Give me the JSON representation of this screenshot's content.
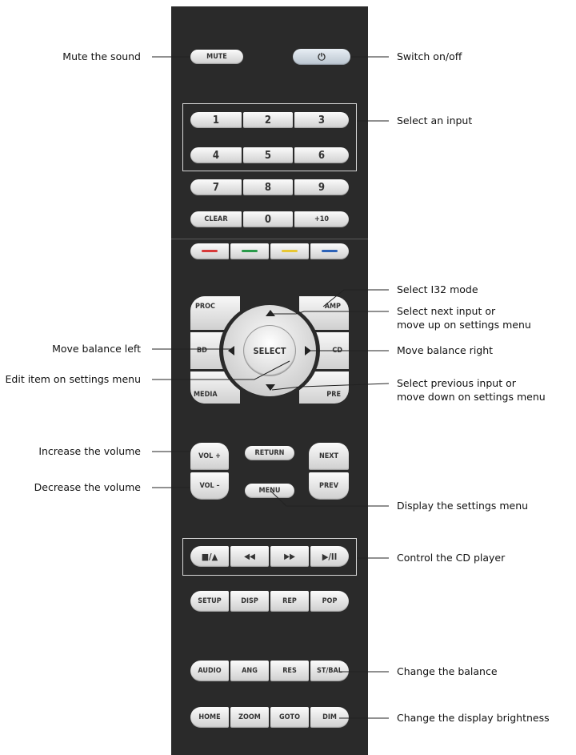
{
  "remote": {
    "top_row": {
      "mute": "MUTE",
      "power": "⏻"
    },
    "numbers": [
      "1",
      "2",
      "3",
      "4",
      "5",
      "6",
      "7",
      "8",
      "9"
    ],
    "bottom_num_row": {
      "clear": "CLEAR",
      "zero": "0",
      "plus10": "+10"
    },
    "color_keys": [
      {
        "name": "red",
        "color": "#d83a3a"
      },
      {
        "name": "green",
        "color": "#2a9b4a"
      },
      {
        "name": "yellow",
        "color": "#e8c733"
      },
      {
        "name": "blue",
        "color": "#2d63b8"
      }
    ],
    "nav": {
      "proc": "PROC",
      "amp": "AMP",
      "bd": "BD",
      "cd": "CD",
      "media": "MEDIA",
      "pre": "PRE",
      "select": "SELECT"
    },
    "volume": {
      "up": "VOL +",
      "down": "VOL –",
      "return": "RETURN",
      "menu": "MENU",
      "next": "NEXT",
      "prev": "PREV"
    },
    "transport": [
      "■/▲",
      "◀◀",
      "▶▶",
      "▶/II"
    ],
    "row_setup": [
      "SETUP",
      "DISP",
      "REP",
      "POP"
    ],
    "row_audio": [
      "AUDIO",
      "ANG",
      "RES",
      "ST/BAL"
    ],
    "row_home": [
      "HOME",
      "ZOOM",
      "GOTO",
      "DIM"
    ]
  },
  "labels": {
    "mute": "Mute the sound",
    "power": "Switch on/off",
    "input": "Select an input",
    "i32": "Select I32 mode",
    "next_input_1": "Select next input or",
    "next_input_2": "move up on settings menu",
    "bal_left": "Move balance left",
    "bal_right": "Move balance right",
    "edit": "Edit item on settings menu",
    "prev_input_1": "Select previous input or",
    "prev_input_2": "move down on settings menu",
    "vol_up": "Increase the volume",
    "vol_down": "Decrease the volume",
    "menu": "Display the settings menu",
    "cd": "Control the CD player",
    "balance": "Change the balance",
    "brightness": "Change the display brightness"
  }
}
